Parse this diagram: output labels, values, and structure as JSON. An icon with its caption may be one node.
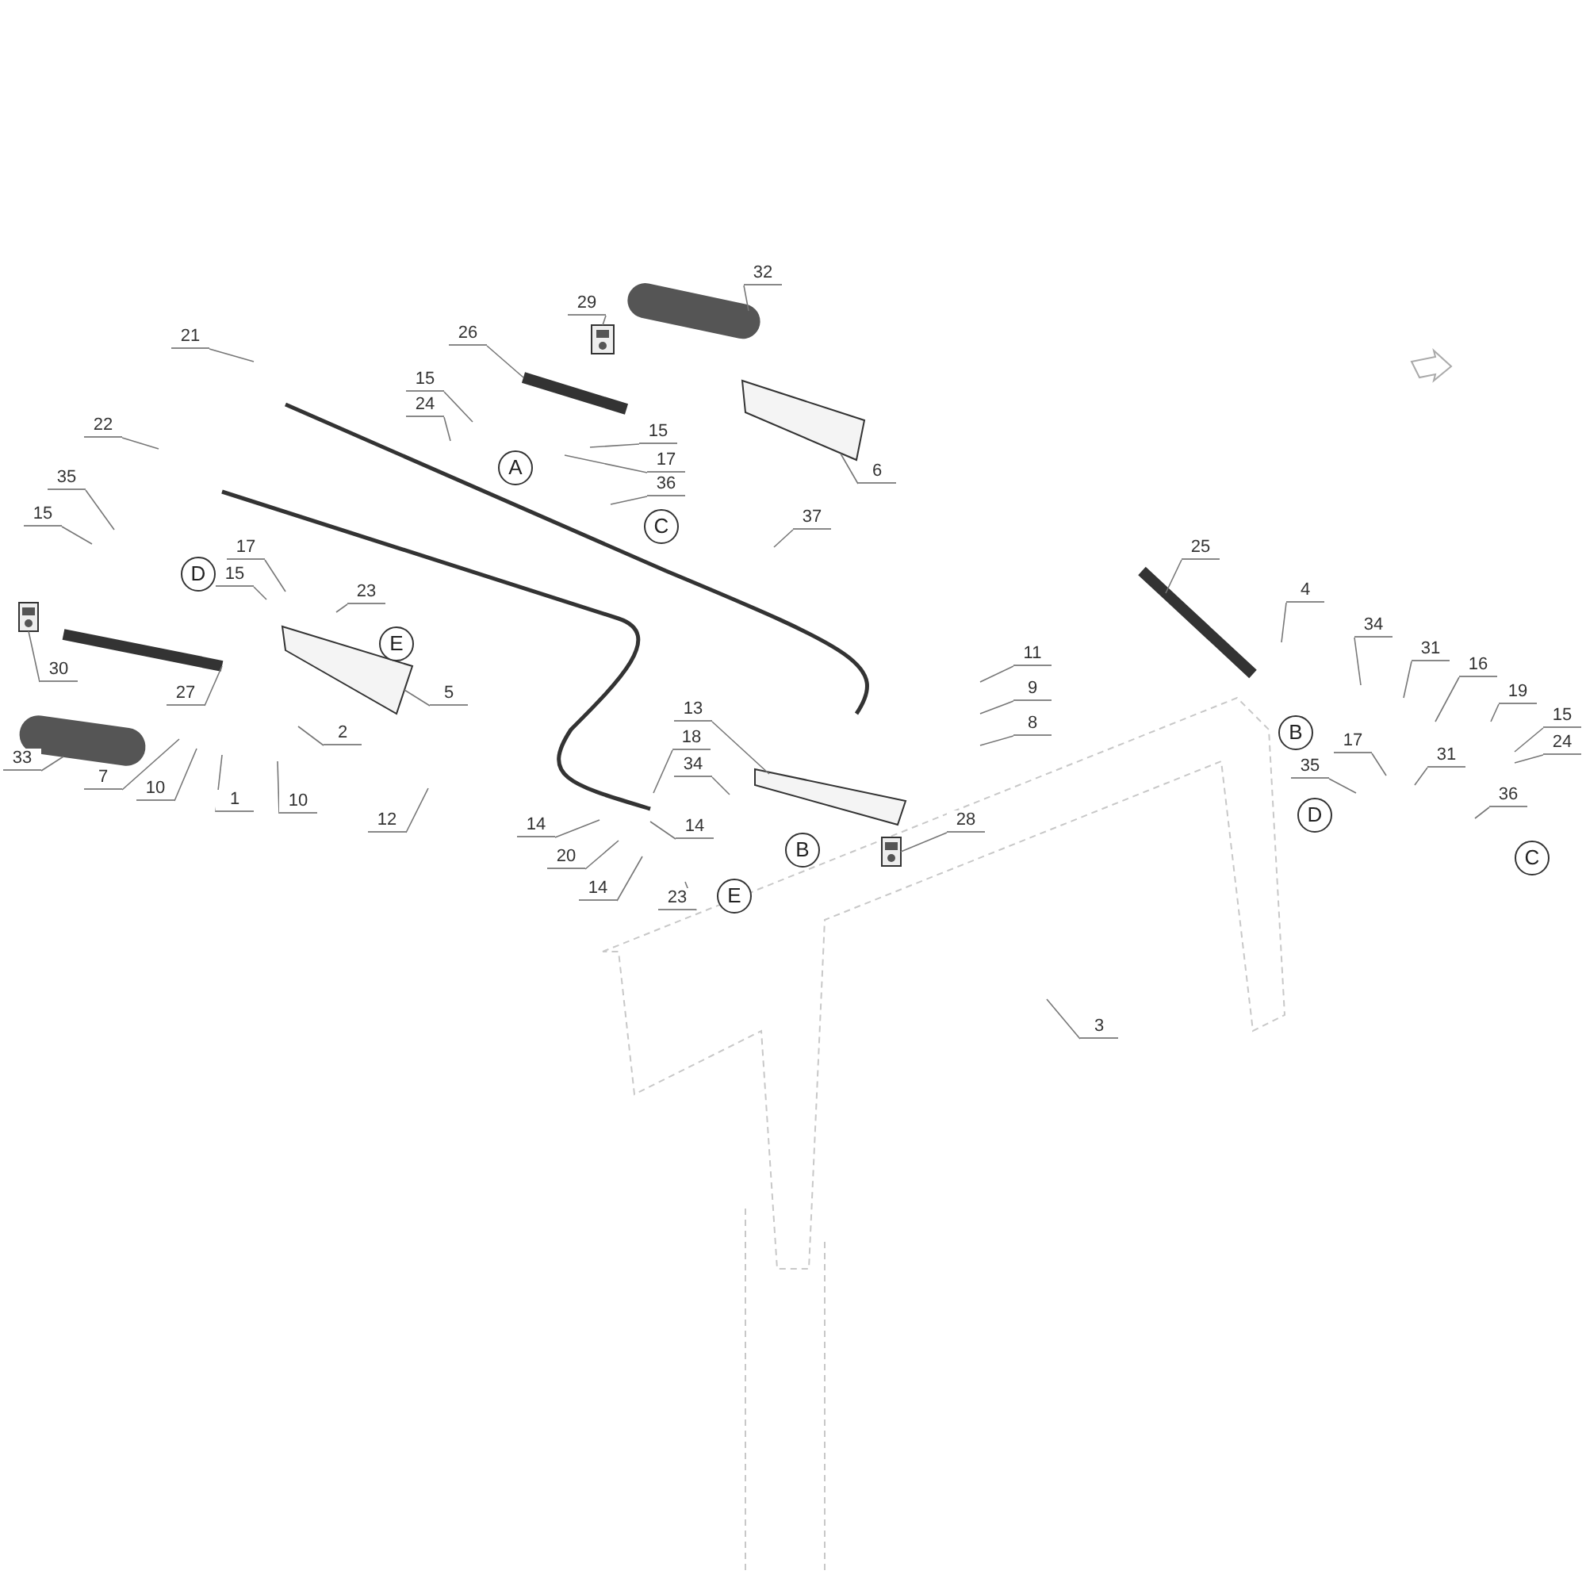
{
  "diagram": {
    "nodes": [
      {
        "text": [
          "32"
        ]
      },
      {
        "text": [
          "29"
        ]
      },
      {
        "text": [
          "26"
        ]
      },
      {
        "text": [
          "21"
        ]
      },
      {
        "text": [
          "15"
        ]
      },
      {
        "text": [
          "24"
        ]
      },
      {
        "text": [
          "A"
        ]
      },
      {
        "text": [
          "15"
        ]
      },
      {
        "text": [
          "17"
        ]
      },
      {
        "text": [
          "36"
        ]
      },
      {
        "text": [
          "C"
        ]
      },
      {
        "text": [
          "6"
        ]
      },
      {
        "text": [
          "22"
        ]
      },
      {
        "text": [
          "35"
        ]
      },
      {
        "text": [
          "15"
        ]
      },
      {
        "text": [
          "D"
        ]
      },
      {
        "text": [
          "37"
        ]
      },
      {
        "text": [
          "17"
        ]
      },
      {
        "text": [
          "15"
        ]
      },
      {
        "text": [
          "23"
        ]
      },
      {
        "text": [
          "E"
        ]
      },
      {
        "text": [
          "30"
        ]
      },
      {
        "text": [
          "27"
        ]
      },
      {
        "text": [
          "5"
        ]
      },
      {
        "text": [
          "2"
        ]
      },
      {
        "text": [
          "33"
        ]
      },
      {
        "text": [
          "7"
        ]
      },
      {
        "text": [
          "10"
        ]
      },
      {
        "text": [
          "1"
        ]
      },
      {
        "text": [
          "10"
        ]
      },
      {
        "text": [
          "12"
        ]
      },
      {
        "text": [
          "25"
        ]
      },
      {
        "text": [
          "4"
        ]
      },
      {
        "text": [
          "11"
        ]
      },
      {
        "text": [
          "9"
        ]
      },
      {
        "text": [
          "8"
        ]
      },
      {
        "text": [
          "34"
        ]
      },
      {
        "text": [
          "31"
        ]
      },
      {
        "text": [
          "16"
        ]
      },
      {
        "text": [
          "19"
        ]
      },
      {
        "text": [
          "15"
        ]
      },
      {
        "text": [
          "24"
        ]
      },
      {
        "text": [
          "B"
        ]
      },
      {
        "text": [
          "17"
        ]
      },
      {
        "text": [
          "31"
        ]
      },
      {
        "text": [
          "35"
        ]
      },
      {
        "text": [
          "D"
        ]
      },
      {
        "text": [
          "36"
        ]
      },
      {
        "text": [
          "C"
        ]
      },
      {
        "text": [
          "13"
        ]
      },
      {
        "text": [
          "18"
        ]
      },
      {
        "text": [
          "34"
        ]
      },
      {
        "text": [
          "28"
        ]
      },
      {
        "text": [
          "14"
        ]
      },
      {
        "text": [
          "14"
        ]
      },
      {
        "text": [
          "20"
        ]
      },
      {
        "text": [
          "14"
        ]
      },
      {
        "text": [
          "23"
        ]
      },
      {
        "text": [
          "E"
        ]
      },
      {
        "text": [
          "B"
        ]
      },
      {
        "text": [
          "3"
        ]
      },
      {
        "text": [],
        "shape": "picture"
      },
      {
        "text": [],
        "shape": "picture"
      },
      {
        "text": [],
        "shape": "picture"
      },
      {
        "text": [],
        "shape": "picture"
      },
      {
        "text": [],
        "shape": "picture"
      },
      {
        "text": [],
        "shape": "picture"
      },
      {
        "text": [],
        "shape": "picture"
      },
      {
        "text": [],
        "shape": "picture"
      },
      {
        "text": [],
        "shape": "picture"
      },
      {
        "text": [],
        "shape": "picture"
      },
      {
        "text": [],
        "shape": "picture"
      }
    ],
    "edges": [
      {
        "from": 0,
        "to": 61,
        "arrow": "none"
      },
      {
        "from": 1,
        "to": 62,
        "arrow": "none"
      },
      {
        "from": 2,
        "to": 63,
        "arrow": "none"
      },
      {
        "from": 3,
        "to": null,
        "arrow": "none"
      },
      {
        "from": 4,
        "to": null,
        "arrow": "none"
      },
      {
        "from": 5,
        "to": null,
        "arrow": "none"
      },
      {
        "from": 7,
        "to": null,
        "arrow": "none"
      },
      {
        "from": 8,
        "to": null,
        "arrow": "none"
      },
      {
        "from": 9,
        "to": null,
        "arrow": "none"
      },
      {
        "from": 11,
        "to": 64,
        "arrow": "none"
      },
      {
        "from": 12,
        "to": null,
        "arrow": "none"
      },
      {
        "from": 13,
        "to": null,
        "arrow": "none"
      },
      {
        "from": 14,
        "to": null,
        "arrow": "none"
      },
      {
        "from": 16,
        "to": null,
        "arrow": "none"
      },
      {
        "from": 17,
        "to": null,
        "arrow": "none"
      },
      {
        "from": 18,
        "to": null,
        "arrow": "none"
      },
      {
        "from": 19,
        "to": null,
        "arrow": "none"
      },
      {
        "from": 21,
        "to": 66,
        "arrow": "none"
      },
      {
        "from": 22,
        "to": 65,
        "arrow": "none"
      },
      {
        "from": 23,
        "to": 68,
        "arrow": "none"
      },
      {
        "from": 24,
        "to": null,
        "arrow": "none"
      },
      {
        "from": 25,
        "to": 67,
        "arrow": "none"
      },
      {
        "from": 26,
        "to": null,
        "arrow": "none"
      },
      {
        "from": 27,
        "to": null,
        "arrow": "none"
      },
      {
        "from": 28,
        "to": null,
        "arrow": "none"
      },
      {
        "from": 29,
        "to": null,
        "arrow": "none"
      },
      {
        "from": 30,
        "to": null,
        "arrow": "none"
      },
      {
        "from": 31,
        "to": 69,
        "arrow": "none"
      },
      {
        "from": 32,
        "to": null,
        "arrow": "none"
      },
      {
        "from": 33,
        "to": null,
        "arrow": "none"
      },
      {
        "from": 34,
        "to": null,
        "arrow": "none"
      },
      {
        "from": 35,
        "to": null,
        "arrow": "none"
      },
      {
        "from": 36,
        "to": null,
        "arrow": "none"
      },
      {
        "from": 37,
        "to": null,
        "arrow": "none"
      },
      {
        "from": 38,
        "to": null,
        "arrow": "none"
      },
      {
        "from": 39,
        "to": null,
        "arrow": "none"
      },
      {
        "from": 40,
        "to": null,
        "arrow": "none"
      },
      {
        "from": 41,
        "to": null,
        "arrow": "none"
      },
      {
        "from": 43,
        "to": null,
        "arrow": "none"
      },
      {
        "from": 44,
        "to": null,
        "arrow": "none"
      },
      {
        "from": 45,
        "to": null,
        "arrow": "none"
      },
      {
        "from": 47,
        "to": null,
        "arrow": "none"
      },
      {
        "from": 49,
        "to": 70,
        "arrow": "none"
      },
      {
        "from": 50,
        "to": null,
        "arrow": "none"
      },
      {
        "from": 51,
        "to": null,
        "arrow": "none"
      },
      {
        "from": 52,
        "to": 71,
        "arrow": "none"
      },
      {
        "from": 53,
        "to": null,
        "arrow": "none"
      },
      {
        "from": 54,
        "to": null,
        "arrow": "none"
      },
      {
        "from": 55,
        "to": null,
        "arrow": "none"
      },
      {
        "from": 56,
        "to": null,
        "arrow": "none"
      },
      {
        "from": 57,
        "to": null,
        "arrow": "none"
      },
      {
        "from": 60,
        "to": null,
        "arrow": "none"
      }
    ]
  }
}
